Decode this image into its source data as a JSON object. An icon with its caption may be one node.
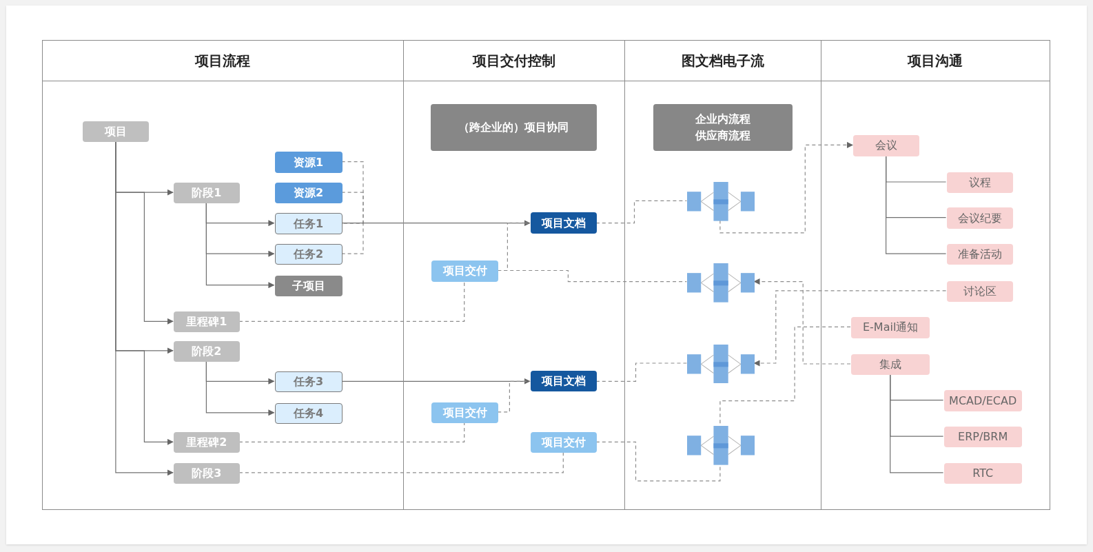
{
  "diagram": {
    "nodes": [
      {
        "text": [
          "项目流程"
        ]
      },
      {
        "text": [
          "项目交付控制"
        ]
      },
      {
        "text": [
          "图文档电子流"
        ]
      },
      {
        "text": [
          "项目沟通"
        ]
      },
      {
        "text": [
          "项目"
        ],
        "in": 0
      },
      {
        "text": [
          "阶段1"
        ],
        "in": 0
      },
      {
        "text": [
          "资源1"
        ],
        "in": 0
      },
      {
        "text": [
          "资源2"
        ],
        "in": 0
      },
      {
        "text": [
          "任务1"
        ],
        "in": 0
      },
      {
        "text": [
          "任务2"
        ],
        "in": 0
      },
      {
        "text": [
          "子项目"
        ],
        "in": 0
      },
      {
        "text": [
          "里程碑1"
        ],
        "in": 0
      },
      {
        "text": [
          "阶段2"
        ],
        "in": 0
      },
      {
        "text": [
          "任务3"
        ],
        "in": 0
      },
      {
        "text": [
          "任务4"
        ],
        "in": 0
      },
      {
        "text": [
          "里程碑2"
        ],
        "in": 0
      },
      {
        "text": [
          "阶段3"
        ],
        "in": 0
      },
      {
        "text": [
          "（跨企业的）项目协同"
        ],
        "in": 1
      },
      {
        "text": [
          "项目文档"
        ],
        "in": 1
      },
      {
        "text": [
          "项目交付"
        ],
        "in": 1
      },
      {
        "text": [
          "项目文档"
        ],
        "in": 1
      },
      {
        "text": [
          "项目交付"
        ],
        "in": 1
      },
      {
        "text": [
          "项目交付"
        ],
        "in": 1
      },
      {
        "text": [
          "企业内流程",
          "供应商流程"
        ],
        "in": 2
      },
      {
        "text": [],
        "shape": "picture",
        "in": 2
      },
      {
        "text": [],
        "shape": "picture",
        "in": 2
      },
      {
        "text": [],
        "shape": "picture",
        "in": 2
      },
      {
        "text": [],
        "shape": "picture",
        "in": 2
      },
      {
        "text": [
          "会议"
        ],
        "in": 3
      },
      {
        "text": [
          "议程"
        ],
        "in": 3
      },
      {
        "text": [
          "会议纪要"
        ],
        "in": 3
      },
      {
        "text": [
          "准备活动"
        ],
        "in": 3
      },
      {
        "text": [
          "讨论区"
        ],
        "in": 3
      },
      {
        "text": [
          "E-Mail通知"
        ],
        "in": 3
      },
      {
        "text": [
          "集成"
        ],
        "in": 3
      },
      {
        "text": [
          "MCAD/ECAD"
        ],
        "in": 3
      },
      {
        "text": [
          "ERP/BRM"
        ],
        "in": 3
      },
      {
        "text": [
          "RTC"
        ],
        "in": 3
      }
    ],
    "edges": [
      {
        "from": 4,
        "to": 5,
        "arrow": "to"
      },
      {
        "from": 4,
        "to": 11,
        "arrow": "to"
      },
      {
        "from": 4,
        "to": 12,
        "arrow": "to"
      },
      {
        "from": 4,
        "to": 15,
        "arrow": "to"
      },
      {
        "from": 4,
        "to": 16,
        "arrow": "to"
      },
      {
        "from": 5,
        "to": 8,
        "arrow": "to"
      },
      {
        "from": 5,
        "to": 9,
        "arrow": "to"
      },
      {
        "from": 5,
        "to": 10,
        "arrow": "to"
      },
      {
        "from": 12,
        "to": 13,
        "arrow": "to"
      },
      {
        "from": 12,
        "to": 14,
        "arrow": "to"
      },
      {
        "from": 6,
        "to": 8,
        "arrow": "none",
        "style": "dashed"
      },
      {
        "from": 7,
        "to": 8,
        "arrow": "none",
        "style": "dashed"
      },
      {
        "from": 9,
        "to": 8,
        "arrow": "none",
        "style": "dashed"
      },
      {
        "from": 8,
        "to": 18,
        "arrow": "to"
      },
      {
        "from": 13,
        "to": 20,
        "arrow": "to"
      },
      {
        "from": 19,
        "to": 18,
        "arrow": "none",
        "style": "dashed"
      },
      {
        "from": 21,
        "to": 20,
        "arrow": "none",
        "style": "dashed"
      },
      {
        "from": 11,
        "to": 19,
        "arrow": "none",
        "style": "dashed"
      },
      {
        "from": 15,
        "to": 21,
        "arrow": "none",
        "style": "dashed"
      },
      {
        "from": 16,
        "to": 22,
        "arrow": "none",
        "style": "dashed"
      },
      {
        "from": 19,
        "to": 25,
        "arrow": "none",
        "style": "dashed"
      },
      {
        "from": 18,
        "to": 24,
        "arrow": "none",
        "style": "dashed"
      },
      {
        "from": 20,
        "to": 26,
        "arrow": "none",
        "style": "dashed"
      },
      {
        "from": 22,
        "to": 27,
        "arrow": "none",
        "style": "dashed"
      },
      {
        "from": 24,
        "to": 28,
        "arrow": "to",
        "style": "dashed"
      },
      {
        "from": 32,
        "to": 26,
        "arrow": "to",
        "style": "dashed"
      },
      {
        "from": 34,
        "to": 25,
        "arrow": "to",
        "style": "dashed"
      },
      {
        "from": 33,
        "to": 27,
        "arrow": "none",
        "style": "dashed"
      },
      {
        "from": 28,
        "to": 29,
        "arrow": "none"
      },
      {
        "from": 28,
        "to": 30,
        "arrow": "none"
      },
      {
        "from": 28,
        "to": 31,
        "arrow": "none"
      },
      {
        "from": 34,
        "to": 35,
        "arrow": "none"
      },
      {
        "from": 34,
        "to": 36,
        "arrow": "none"
      },
      {
        "from": 34,
        "to": 37,
        "arrow": "none"
      }
    ]
  }
}
